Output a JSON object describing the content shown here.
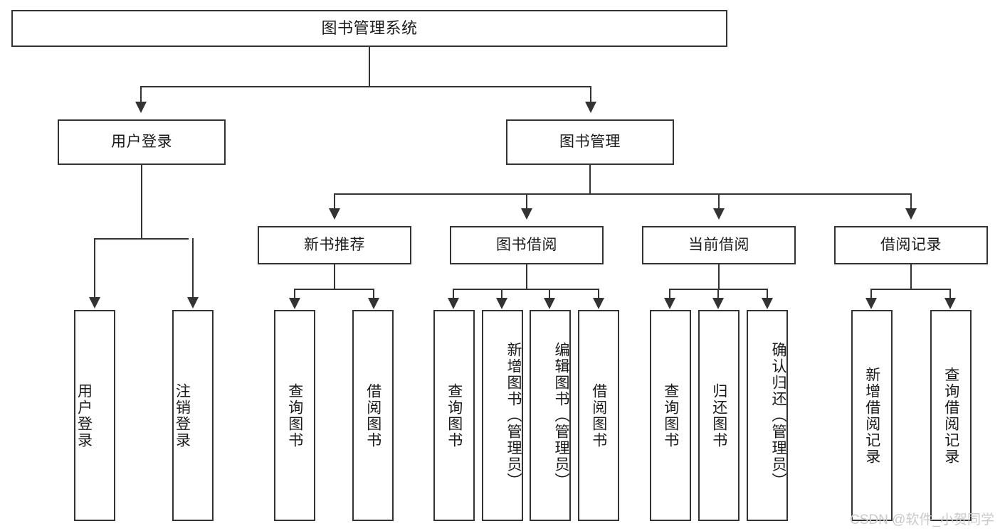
{
  "diagram": {
    "title": "图书管理系统",
    "type": "tree",
    "colors": {
      "line": "#333333",
      "box_border": "#333333",
      "box_fill": "#ffffff",
      "text": "#1a1a1a",
      "background": "#ffffff",
      "watermark": "#c9c9c9"
    },
    "root": {
      "label": "图书管理系统"
    },
    "level2": [
      {
        "label": "用户登录"
      },
      {
        "label": "图书管理"
      }
    ],
    "level3": [
      {
        "label": "新书推荐"
      },
      {
        "label": "图书借阅"
      },
      {
        "label": "当前借阅"
      },
      {
        "label": "借阅记录"
      }
    ],
    "leaves": {
      "user_login": [
        {
          "label": "用户登录"
        },
        {
          "label": "注销登录"
        }
      ],
      "new_book_recommend": [
        {
          "label": "查询图书"
        },
        {
          "label": "借阅图书"
        }
      ],
      "book_borrow": [
        {
          "label": "查询图书"
        },
        {
          "label": "新增图书（管理员）"
        },
        {
          "label": "编辑图书（管理员）"
        },
        {
          "label": "借阅图书"
        }
      ],
      "current_borrow": [
        {
          "label": "查询图书"
        },
        {
          "label": "归还图书"
        },
        {
          "label": "确认归还（管理员）"
        }
      ],
      "borrow_record": [
        {
          "label": "新增借阅记录"
        },
        {
          "label": "查询借阅记录"
        }
      ]
    }
  },
  "watermark": {
    "text": "CSDN @软件_小贺同学"
  }
}
